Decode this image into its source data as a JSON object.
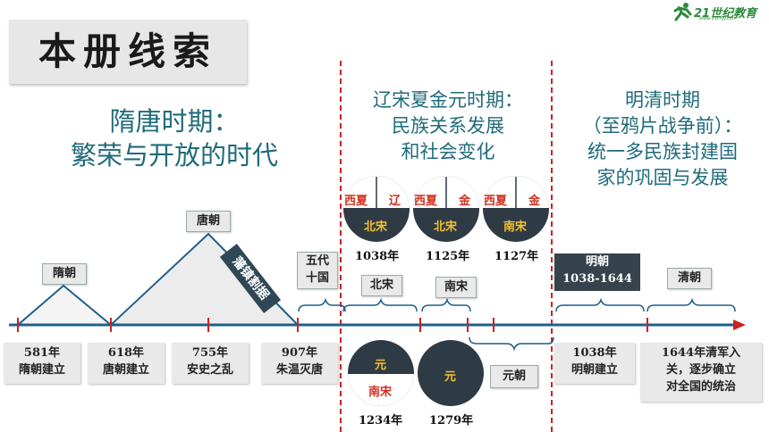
{
  "title": "本册线索",
  "logo": {
    "brand": "21世纪教育",
    "sub": "www.21cnjy.com"
  },
  "periods": {
    "sui_tang": {
      "line1": "隋唐时期：",
      "line2": "繁荣与开放的时代"
    },
    "liao_song": {
      "line1": "辽宋夏金元时期：",
      "line2": "民族关系发展",
      "line3": "和社会变化"
    },
    "ming_qing": {
      "line1": "明清时期",
      "line2": "（至鸦片战争前）：",
      "line3": "统一多民族封建国",
      "line4": "家的巩固与发展"
    }
  },
  "peaks": {
    "sui": "隋朝",
    "tang": "唐朝",
    "fanzhen": "藩镇割据"
  },
  "boxes": {
    "wudai_1": "五代",
    "wudai_2": "十国",
    "beisong": "北宋",
    "nansong": "南宋",
    "ming_1": "明朝",
    "ming_2": "1038-1644",
    "qing": "清朝",
    "yuan": "元朝"
  },
  "top_circles": [
    {
      "tl": "西夏",
      "tr": "辽",
      "bottom": "北宋",
      "year": "1038年"
    },
    {
      "tl": "西夏",
      "tr": "金",
      "bottom": "北宋",
      "year": "1125年"
    },
    {
      "tl": "西夏",
      "tr": "金",
      "bottom": "南宋",
      "year": "1127年"
    }
  ],
  "bottom_circles": [
    {
      "top": "元",
      "bottom": "南宋",
      "year": "1234年"
    },
    {
      "center": "元",
      "year": "1279年"
    }
  ],
  "date_boxes": [
    {
      "line1": "581年",
      "line2": "隋朝建立"
    },
    {
      "line1": "618年",
      "line2": "唐朝建立"
    },
    {
      "line1": "755年",
      "line2": "安史之乱"
    },
    {
      "line1": "907年",
      "line2": "朱温灭唐"
    },
    {
      "line1": "1038年",
      "line2": "明朝建立"
    },
    {
      "line1": "1644年清军入",
      "line2": "关，逐步确立",
      "line3": "对全国的统治"
    }
  ],
  "colors": {
    "teal": "#1f6b7a",
    "dark": "#36434d",
    "gold": "#f2c12e",
    "red": "#cc2222",
    "axis": "#1f5f8b"
  }
}
